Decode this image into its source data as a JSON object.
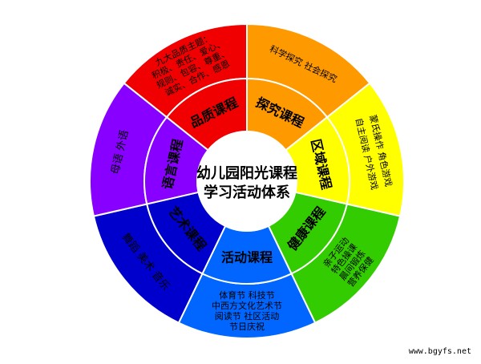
{
  "center": {
    "line1": "幼儿园阳光课程",
    "line2": "学习活动体系"
  },
  "colors": {
    "red": "#f00000",
    "orange": "#ff9900",
    "yellow": "#ffff00",
    "green": "#33cc00",
    "blue": "#0066ff",
    "navy": "#0000cc",
    "purple": "#8800ff"
  },
  "sectors": [
    {
      "id": "quality",
      "color": "#f00000",
      "course": "品质课程",
      "outer": [
        "九大品质主题：",
        "积极、责任、爱心、",
        "规则、包容、尊重、",
        "诚实、合作、感恩"
      ]
    },
    {
      "id": "explore",
      "color": "#ff9900",
      "course": "探究课程",
      "outer": [
        "科学探究 社会探究"
      ]
    },
    {
      "id": "area",
      "color": "#ffff00",
      "course": "区域课程",
      "outer": [
        "蒙氏操作 角色游戏",
        "自主阅读 户外游戏"
      ]
    },
    {
      "id": "health",
      "color": "#33cc00",
      "course": "健康课程",
      "outer": [
        "亲子运动",
        "特色操课",
        "晨间锻炼",
        "营养保健"
      ]
    },
    {
      "id": "activity",
      "color": "#0066ff",
      "course": "活动课程",
      "outer": [
        "体育节 科技节",
        "中西方文化艺术节",
        "阅读节 社区活动",
        "节日庆祝"
      ]
    },
    {
      "id": "art",
      "color": "#0000cc",
      "course": "艺术课程",
      "outer": [
        "舞蹈 美术 音乐"
      ]
    },
    {
      "id": "language",
      "color": "#8800ff",
      "course": "语言课程",
      "outer": [
        "母语 外语"
      ]
    }
  ],
  "watermark": "www.bgyfs.net"
}
